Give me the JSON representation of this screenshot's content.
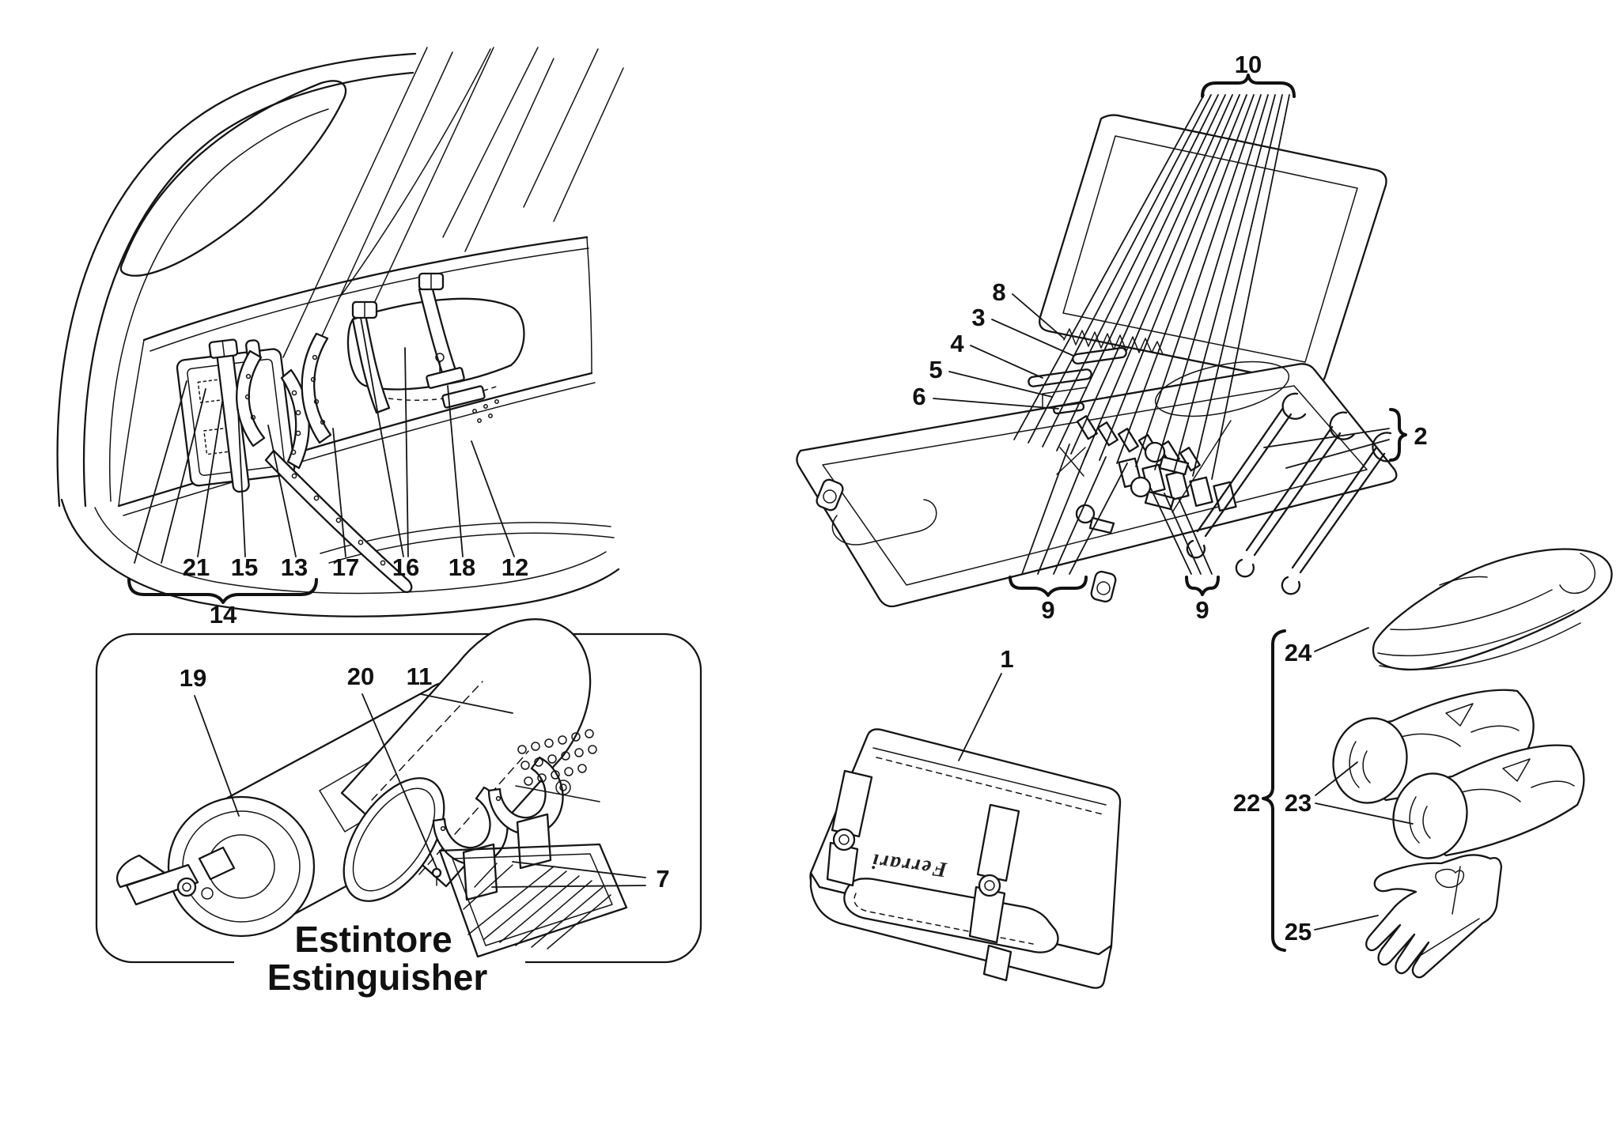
{
  "page": {
    "background": "#ffffff",
    "ink_color": "#151515",
    "description": "Parts catalogue exploded diagram: tool kit and fire extinguisher"
  },
  "captions": {
    "panel_title_italian": "Estintore",
    "panel_title_english": "Estinguisher",
    "case_logo": "Ferrari"
  },
  "callouts": {
    "trunk_items": [
      "21",
      "15",
      "13",
      "17",
      "16",
      "18",
      "12"
    ],
    "trunk_group": "14",
    "toolkit_screwdrivers_group": "10",
    "toolkit_left_items": [
      "8",
      "3",
      "4",
      "5",
      "6"
    ],
    "toolkit_wrenches_group": "2",
    "toolkit_small_parts_group_left": "9",
    "toolkit_small_parts_group_right": "9",
    "closed_case": "1",
    "extinguisher_body": "19",
    "extinguisher_clamp_screw": "20",
    "extinguisher_cover": "11",
    "extinguisher_clamps": "7",
    "cloth": "24",
    "car_covers": "23",
    "gloves": "25",
    "accessories_group": "22"
  }
}
